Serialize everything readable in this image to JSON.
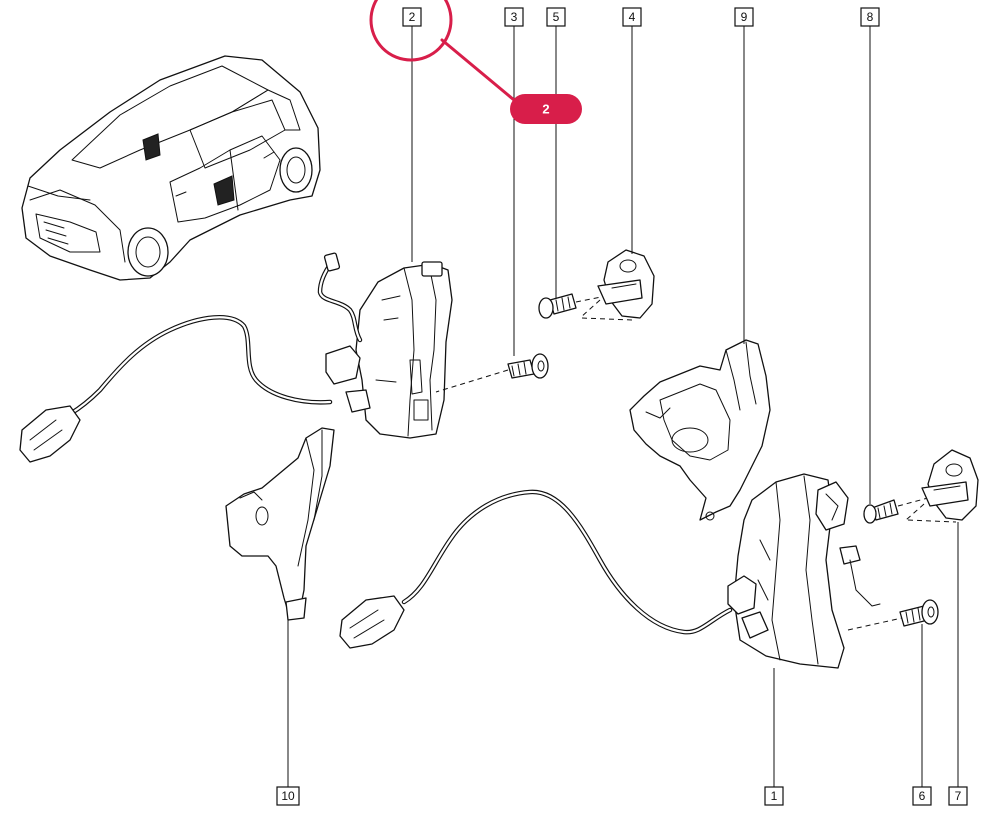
{
  "callouts": [
    {
      "id": "c2",
      "label": "2"
    },
    {
      "id": "c3",
      "label": "3"
    },
    {
      "id": "c5",
      "label": "5"
    },
    {
      "id": "c4",
      "label": "4"
    },
    {
      "id": "c9",
      "label": "9"
    },
    {
      "id": "c8",
      "label": "8"
    },
    {
      "id": "c10",
      "label": "10"
    },
    {
      "id": "c1",
      "label": "1"
    },
    {
      "id": "c6",
      "label": "6"
    },
    {
      "id": "c7",
      "label": "7"
    }
  ],
  "highlight": {
    "badge_label": "2",
    "color": "#d81e4a"
  }
}
